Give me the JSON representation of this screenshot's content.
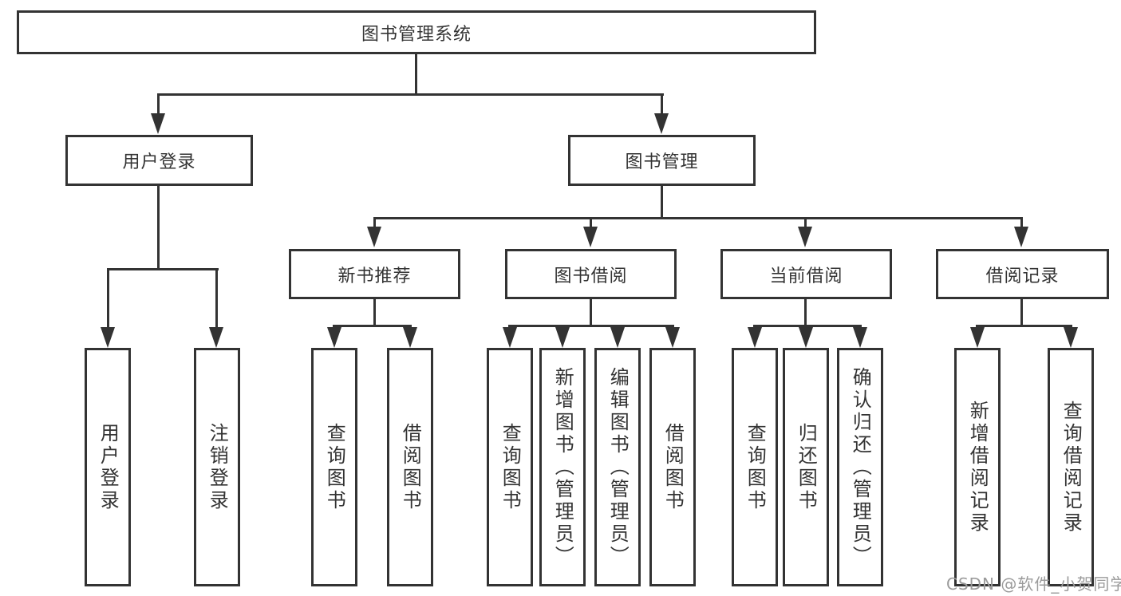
{
  "diagram": {
    "title": "图书管理系统",
    "level2": {
      "user_login": "用户登录",
      "book_management": "图书管理"
    },
    "level3": {
      "new_book_recommendation": "新书推荐",
      "book_borrowing": "图书借阅",
      "current_borrowing": "当前借阅",
      "borrowing_records": "借阅记录"
    },
    "leaves": {
      "user_login": [
        "用户登录",
        "注销登录"
      ],
      "new_book_recommendation": [
        "查询图书",
        "借阅图书"
      ],
      "book_borrowing": [
        "查询图书",
        "新增图书（管理员）",
        "编辑图书（管理员）",
        "借阅图书"
      ],
      "current_borrowing": [
        "查询图书",
        "归还图书",
        "确认归还（管理员）"
      ],
      "borrowing_records": [
        "新增借阅记录",
        "查询借阅记录"
      ]
    },
    "watermark": "CSDN @软件_小贺同学",
    "colors": {
      "line": "#333333",
      "background": "#ffffff",
      "watermark": "#9b9b9b"
    }
  }
}
